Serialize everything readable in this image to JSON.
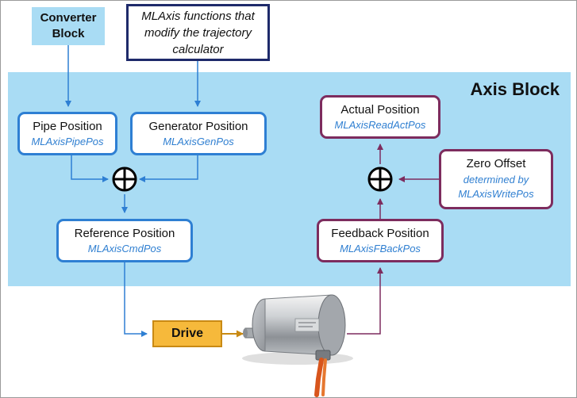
{
  "converter_block": {
    "label": "Converter Block"
  },
  "note": {
    "text": "MLAxis functions that modify the trajectory calculator"
  },
  "axis_block": {
    "title": "Axis Block"
  },
  "pipe_position": {
    "title": "Pipe Position",
    "function": "MLAxisPipePos"
  },
  "generator_position": {
    "title": "Generator Position",
    "function": "MLAxisGenPos"
  },
  "reference_position": {
    "title": "Reference Position",
    "function": "MLAxisCmdPos"
  },
  "actual_position": {
    "title": "Actual Position",
    "function": "MLAxisReadActPos"
  },
  "zero_offset": {
    "title": "Zero Offset",
    "note": "determined by MLAxisWritePos"
  },
  "feedback_position": {
    "title": "Feedback Position",
    "function": "MLAxisFBackPos"
  },
  "drive": {
    "label": "Drive"
  },
  "colors": {
    "background_region": "#a9dcf4",
    "blue_border": "#2e7fd3",
    "purple_border": "#7d2c5e",
    "function_text": "#2f7fd1",
    "drive_fill": "#f6b93b",
    "drive_arrow": "#c98a14"
  }
}
